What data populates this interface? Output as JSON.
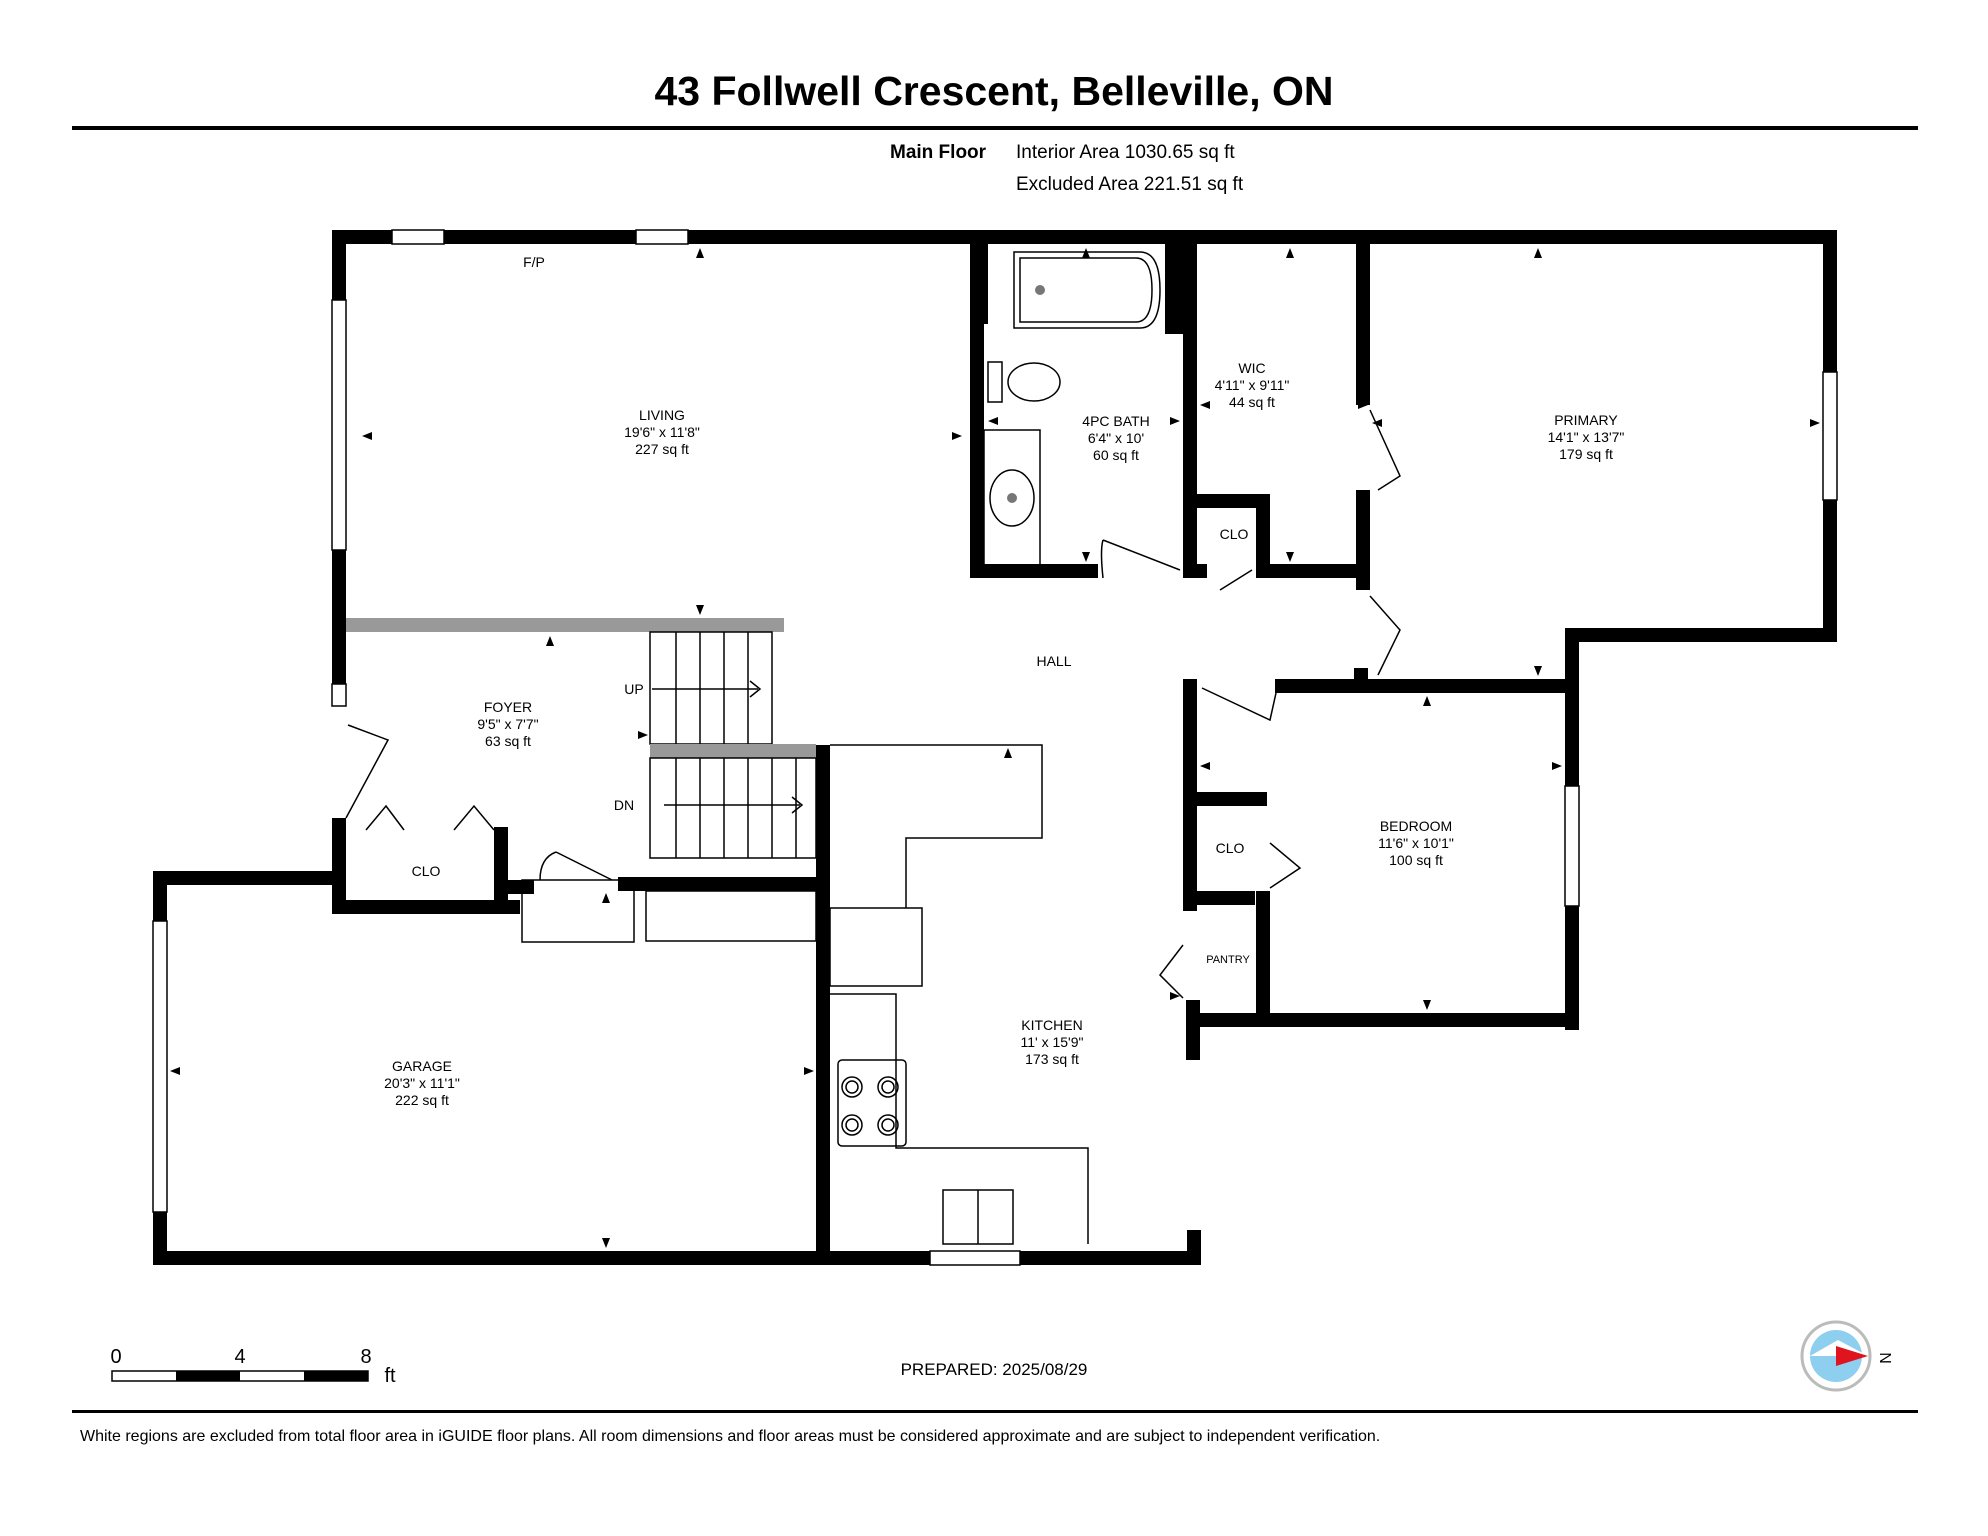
{
  "title": "43 Follwell Crescent, Belleville, ON",
  "floor": {
    "name": "Main Floor",
    "interior_area": "Interior Area 1030.65 sq ft",
    "excluded_area": "Excluded Area 221.51 sq ft"
  },
  "rooms": {
    "living": {
      "name": "LIVING",
      "dims": "19'6\" x 11'8\"",
      "area": "227 sq ft"
    },
    "bath": {
      "name": "4PC BATH",
      "dims": "6'4\" x 10'",
      "area": "60 sq ft"
    },
    "wic": {
      "name": "WIC",
      "dims": "4'11\" x 9'11\"",
      "area": "44 sq ft"
    },
    "primary": {
      "name": "PRIMARY",
      "dims": "14'1\" x 13'7\"",
      "area": "179 sq ft"
    },
    "foyer": {
      "name": "FOYER",
      "dims": "9'5\" x 7'7\"",
      "area": "63 sq ft"
    },
    "bedroom": {
      "name": "BEDROOM",
      "dims": "11'6\" x 10'1\"",
      "area": "100 sq ft"
    },
    "kitchen": {
      "name": "KITCHEN",
      "dims": "11' x 15'9\"",
      "area": "173 sq ft"
    },
    "garage": {
      "name": "GARAGE",
      "dims": "20'3\" x 11'1\"",
      "area": "222 sq ft"
    }
  },
  "labels": {
    "fp": "F/P",
    "hall": "HALL",
    "clo1": "CLO",
    "clo2": "CLO",
    "clo3": "CLO",
    "pantry": "PANTRY",
    "up": "UP",
    "dn": "DN"
  },
  "scale": {
    "zero": "0",
    "four": "4",
    "eight": "8",
    "unit": "ft"
  },
  "compass": {
    "north": "N"
  },
  "prepared": "PREPARED: 2025/08/29",
  "disclaimer": "White regions are excluded from total floor area in iGUIDE floor plans. All room dimensions and floor areas must be considered approximate and are subject to independent verification.",
  "colors": {
    "wall": "#000000",
    "stair_rail": "#999999",
    "compass_red": "#e0141e",
    "compass_blue": "#8ecff0"
  }
}
